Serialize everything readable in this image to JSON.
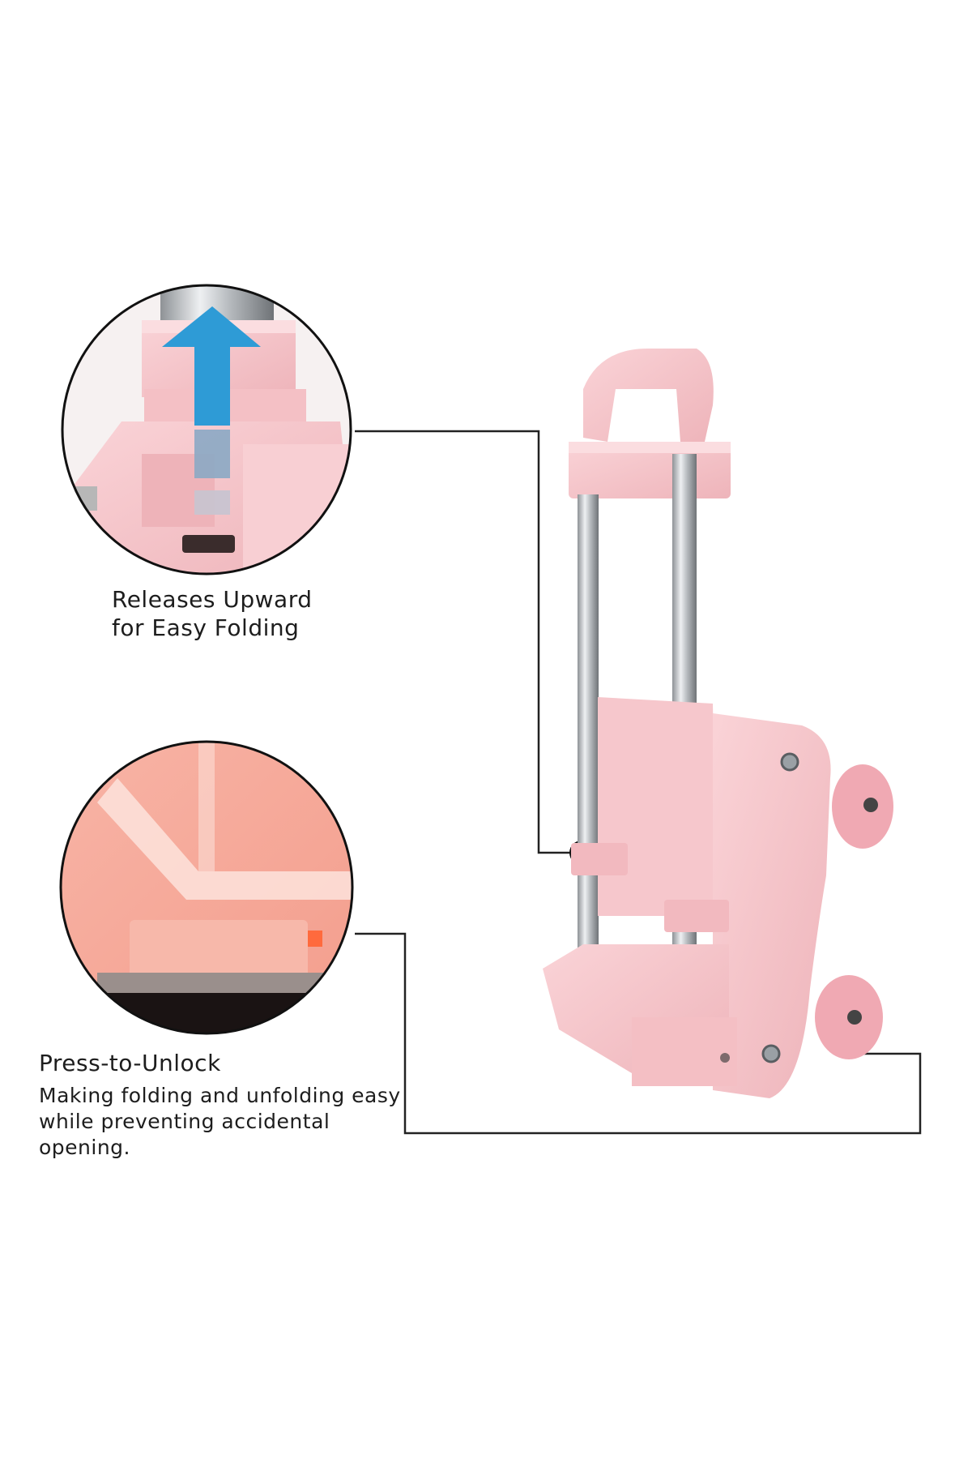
{
  "features": [
    {
      "title_line1": "Releases Upward",
      "title_line2": "for Easy Folding",
      "detail_image": "handle-lock-closeup",
      "arrow_color": "#2e9bd6"
    },
    {
      "title": "Press-to-Unlock",
      "description": "Making folding and unfolding easy while preventing accidental opening.",
      "detail_image": "unlock-button-closeup"
    }
  ],
  "product": {
    "name_icon": "folding-trolley-illustration",
    "body_color": "#f7c6cb",
    "metal_color": "#c9ccd0"
  }
}
